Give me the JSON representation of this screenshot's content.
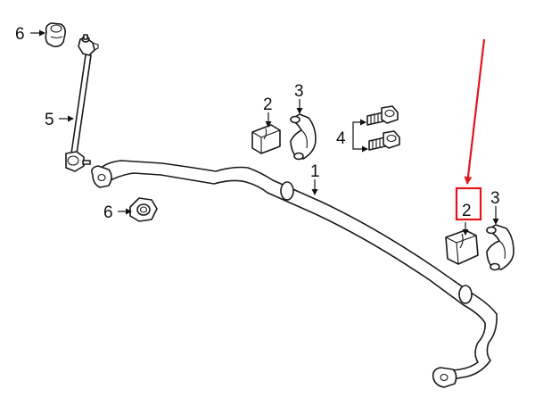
{
  "diagram": {
    "callouts": {
      "c1": "1",
      "c2a": "2",
      "c2b": "2",
      "c3a": "3",
      "c3b": "3",
      "c4": "4",
      "c5": "5",
      "c6a": "6",
      "c6b": "6"
    },
    "highlighted_part": "2",
    "highlight_color": "#e3141b",
    "line_color": "#1a1a1a"
  }
}
